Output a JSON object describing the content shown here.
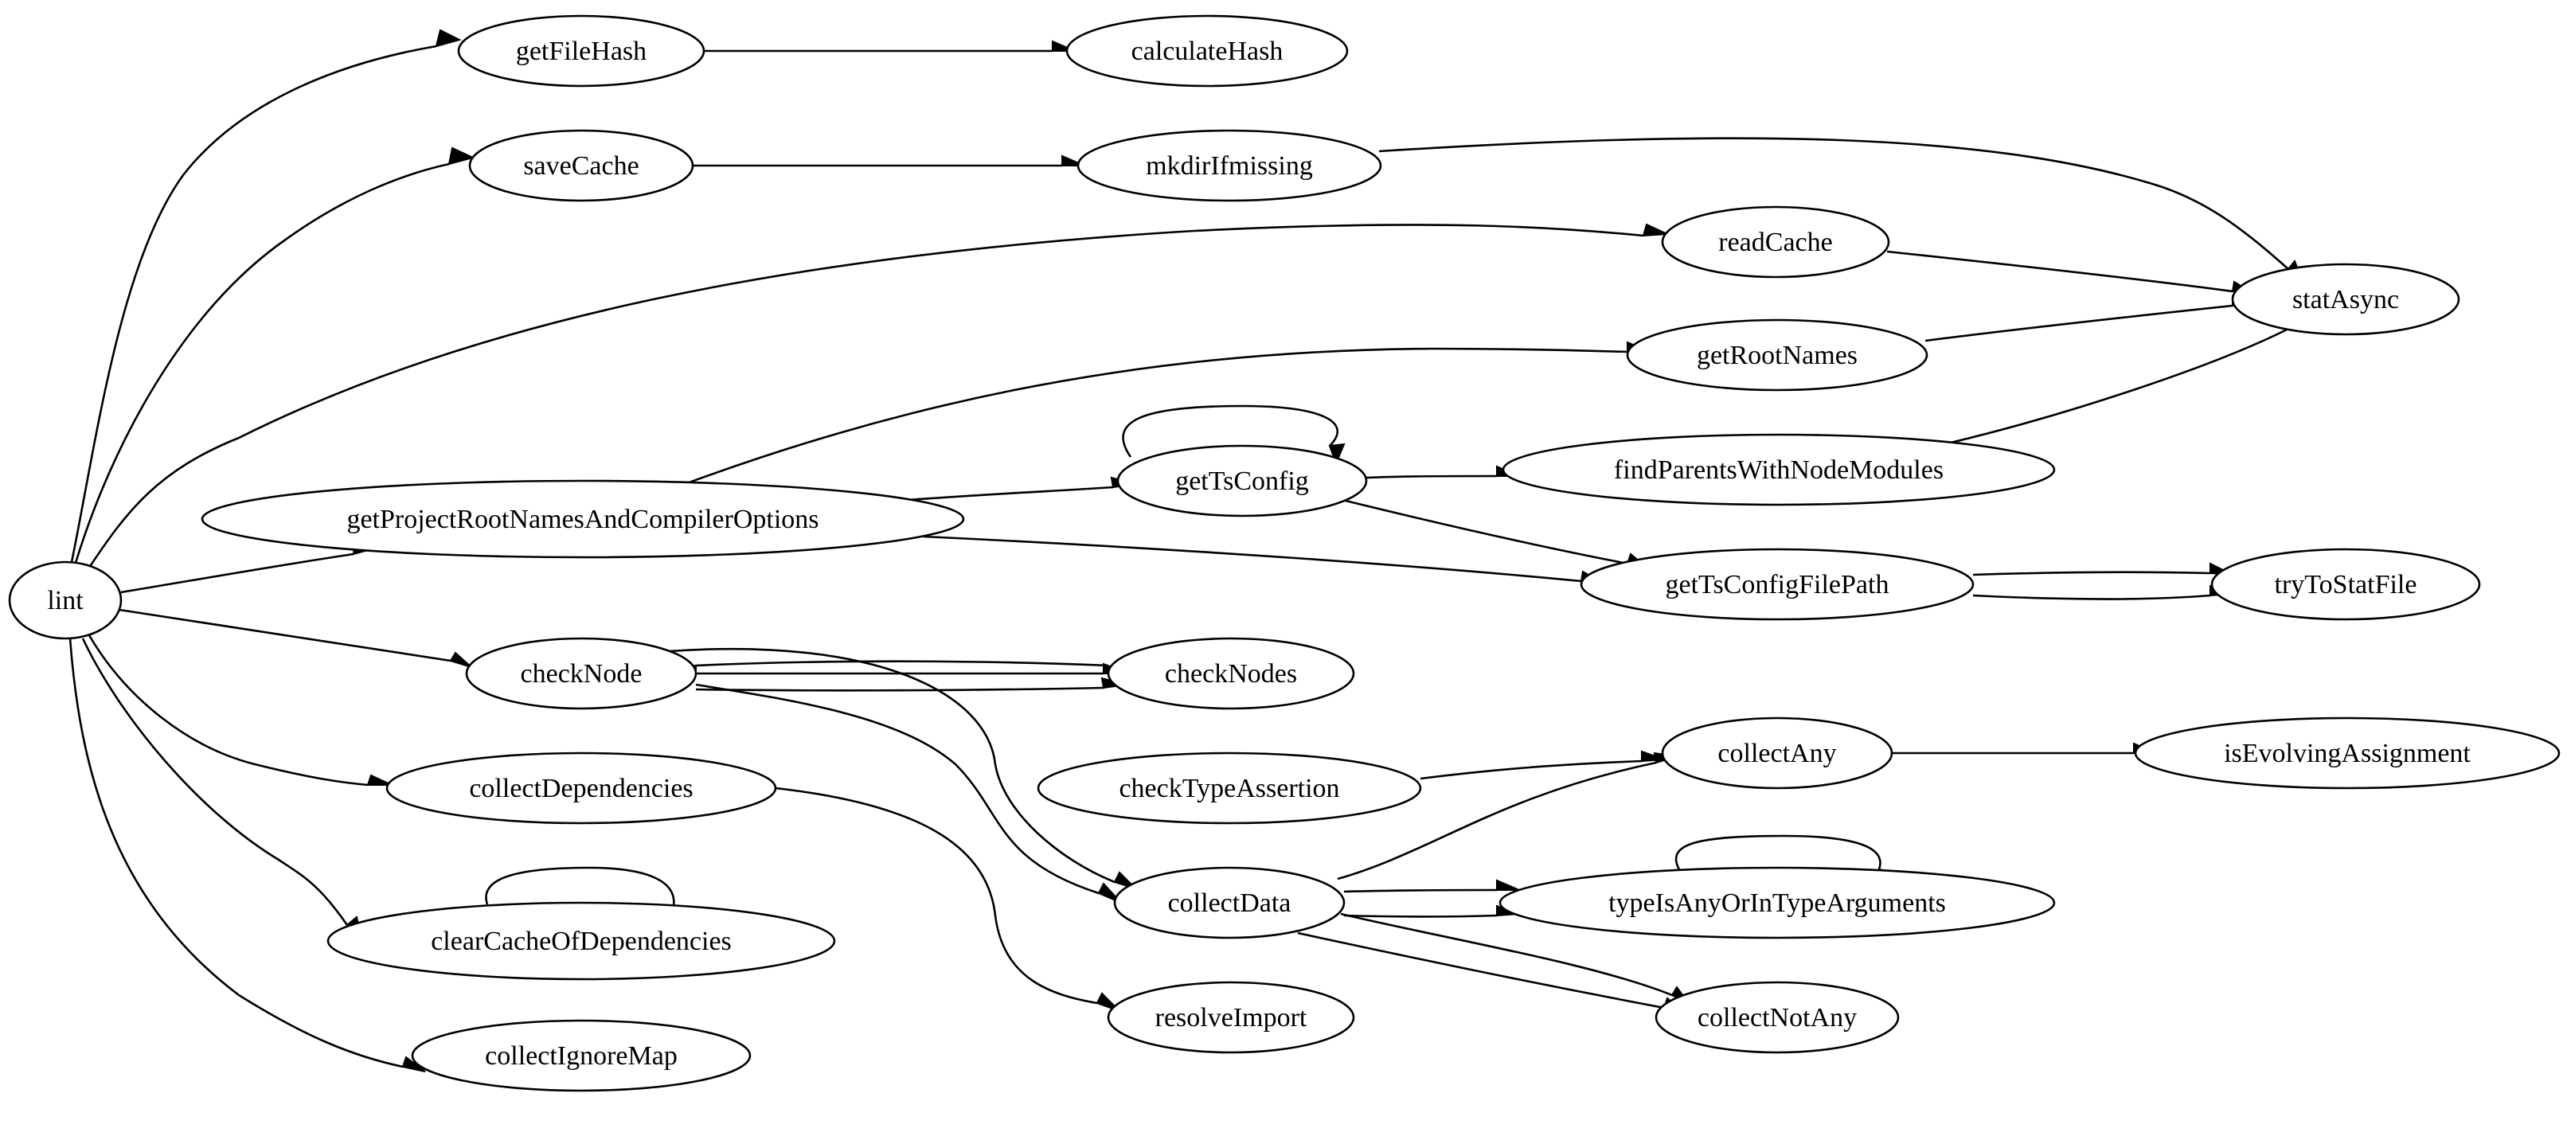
{
  "nodes": {
    "lint": "lint",
    "getFileHash": "getFileHash",
    "calculateHash": "calculateHash",
    "saveCache": "saveCache",
    "mkdirIfmissing": "mkdirIfmissing",
    "readCache": "readCache",
    "statAsync": "statAsync",
    "getRootNames": "getRootNames",
    "getTsConfig": "getTsConfig",
    "findParentsWithNodeModules": "findParentsWithNodeModules",
    "getProjectRootNamesAndCompilerOptions": "getProjectRootNamesAndCompilerOptions",
    "getTsConfigFilePath": "getTsConfigFilePath",
    "tryToStatFile": "tryToStatFile",
    "checkNode": "checkNode",
    "checkNodes": "checkNodes",
    "checkTypeAssertion": "checkTypeAssertion",
    "collectAny": "collectAny",
    "isEvolvingAssignment": "isEvolvingAssignment",
    "collectDependencies": "collectDependencies",
    "clearCacheOfDependencies": "clearCacheOfDependencies",
    "collectData": "collectData",
    "typeIsAnyOrInTypeArguments": "typeIsAnyOrInTypeArguments",
    "resolveImport": "resolveImport",
    "collectNotAny": "collectNotAny",
    "collectIgnoreMap": "collectIgnoreMap"
  },
  "edges": [
    {
      "from": "lint",
      "to": "getFileHash"
    },
    {
      "from": "lint",
      "to": "saveCache"
    },
    {
      "from": "lint",
      "to": "readCache"
    },
    {
      "from": "lint",
      "to": "getProjectRootNamesAndCompilerOptions"
    },
    {
      "from": "lint",
      "to": "checkNode"
    },
    {
      "from": "lint",
      "to": "collectDependencies"
    },
    {
      "from": "lint",
      "to": "clearCacheOfDependencies"
    },
    {
      "from": "lint",
      "to": "collectIgnoreMap"
    },
    {
      "from": "getFileHash",
      "to": "calculateHash"
    },
    {
      "from": "saveCache",
      "to": "mkdirIfmissing"
    },
    {
      "from": "mkdirIfmissing",
      "to": "statAsync"
    },
    {
      "from": "readCache",
      "to": "statAsync"
    },
    {
      "from": "getRootNames",
      "to": "statAsync"
    },
    {
      "from": "findParentsWithNodeModules",
      "to": "statAsync"
    },
    {
      "from": "getProjectRootNamesAndCompilerOptions",
      "to": "getRootNames"
    },
    {
      "from": "getProjectRootNamesAndCompilerOptions",
      "to": "getTsConfig"
    },
    {
      "from": "getProjectRootNamesAndCompilerOptions",
      "to": "getTsConfigFilePath"
    },
    {
      "from": "getTsConfig",
      "to": "getTsConfig"
    },
    {
      "from": "getTsConfig",
      "to": "findParentsWithNodeModules"
    },
    {
      "from": "getTsConfig",
      "to": "getTsConfigFilePath"
    },
    {
      "from": "getTsConfigFilePath",
      "to": "tryToStatFile"
    },
    {
      "from": "getTsConfigFilePath",
      "to": "tryToStatFile"
    },
    {
      "from": "checkNode",
      "to": "checkNodes"
    },
    {
      "from": "checkNode",
      "to": "checkNodes"
    },
    {
      "from": "checkNodes",
      "to": "checkNode"
    },
    {
      "from": "checkNode",
      "to": "collectData"
    },
    {
      "from": "checkNode",
      "to": "collectData"
    },
    {
      "from": "checkTypeAssertion",
      "to": "collectAny"
    },
    {
      "from": "collectAny",
      "to": "isEvolvingAssignment"
    },
    {
      "from": "collectDependencies",
      "to": "resolveImport"
    },
    {
      "from": "clearCacheOfDependencies",
      "to": "clearCacheOfDependencies"
    },
    {
      "from": "collectData",
      "to": "collectAny"
    },
    {
      "from": "collectData",
      "to": "typeIsAnyOrInTypeArguments"
    },
    {
      "from": "collectData",
      "to": "typeIsAnyOrInTypeArguments"
    },
    {
      "from": "collectData",
      "to": "collectNotAny"
    },
    {
      "from": "collectData",
      "to": "collectNotAny"
    },
    {
      "from": "typeIsAnyOrInTypeArguments",
      "to": "typeIsAnyOrInTypeArguments"
    }
  ]
}
